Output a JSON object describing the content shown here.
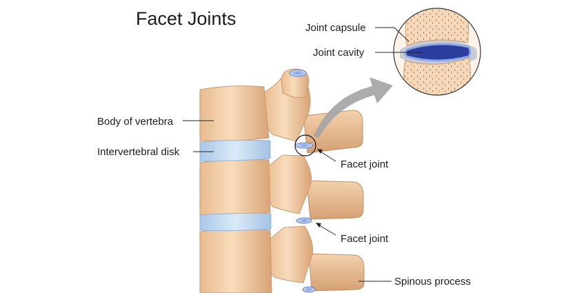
{
  "title": "Facet Joints",
  "labels": {
    "joint_capsule": "Joint capsule",
    "joint_cavity": "Joint cavity",
    "body_of_vertebra": "Body of vertebra",
    "intervertebral_disk": "Intervertebral disk",
    "facet_joint_upper": "Facet joint",
    "facet_joint_lower": "Facet joint",
    "spinous_process": "Spinous process"
  },
  "colors": {
    "bone": "#f2cda6",
    "bone_shadow": "#d9a77a",
    "disk": "#bcd8f2",
    "cavity": "#2c3f9e",
    "arrow": "#9a9a9a"
  }
}
